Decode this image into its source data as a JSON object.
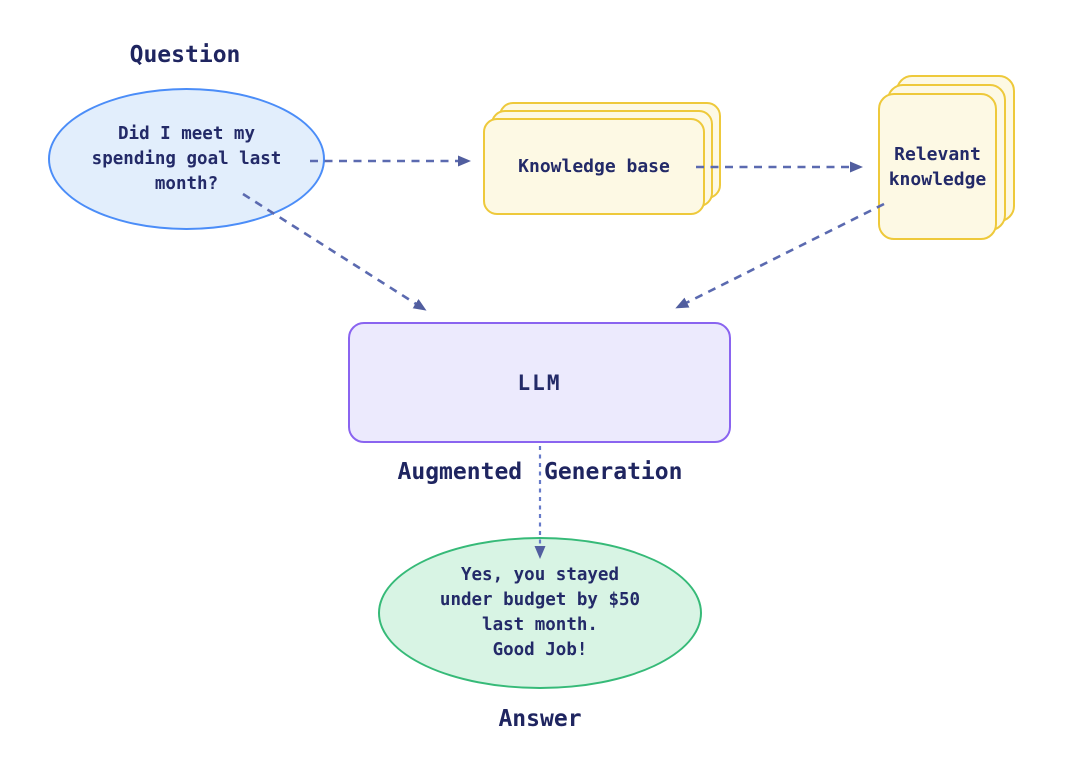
{
  "labels": {
    "question": "Question",
    "augmented_generation": "Augmented Generation",
    "answer": "Answer"
  },
  "nodes": {
    "question_bubble": {
      "text": "Did I meet my\nspending goal last\nmonth?"
    },
    "knowledge_base": {
      "label": "Knowledge base"
    },
    "relevant_knowledge": {
      "label": "Relevant\nknowledge"
    },
    "llm": {
      "label": "LLM"
    },
    "answer_bubble": {
      "text": "Yes, you stayed\nunder budget by $50\nlast month.\nGood Job!"
    }
  },
  "arrows": [
    {
      "from": "question-bubble",
      "to": "knowledge-base",
      "style": "dashed"
    },
    {
      "from": "knowledge-base",
      "to": "relevant-knowledge",
      "style": "dashed"
    },
    {
      "from": "question-bubble",
      "to": "llm",
      "style": "dashed"
    },
    {
      "from": "relevant-knowledge",
      "to": "llm",
      "style": "dashed"
    },
    {
      "from": "llm",
      "to": "answer-bubble",
      "style": "dashed-fine"
    }
  ],
  "colors": {
    "question_fill": "#e2eefc",
    "question_border": "#4b8df8",
    "card_fill": "#fdf9e4",
    "card_border": "#eec93b",
    "llm_fill": "#eceafd",
    "llm_border": "#8a64f0",
    "answer_fill": "#d8f4e4",
    "answer_border": "#36ba78",
    "arrow": "#5b6ab0",
    "text": "#232a68"
  }
}
